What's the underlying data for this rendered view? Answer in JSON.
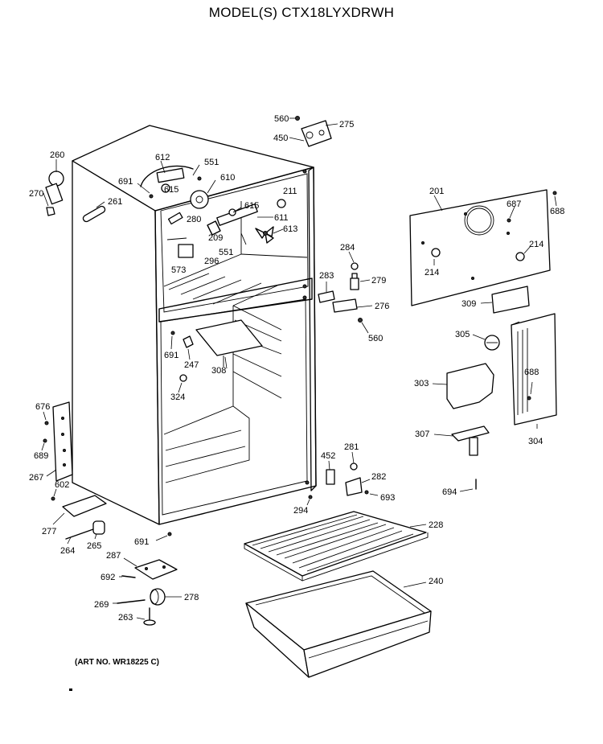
{
  "title": "MODEL(S) CTX18LYXDRWH",
  "art_number": "(ART NO. WR18225 C)",
  "parts": [
    {
      "id": "fastener-560-top",
      "num": "560"
    },
    {
      "id": "hinge-275",
      "num": "275"
    },
    {
      "id": "hinge-450",
      "num": "450"
    },
    {
      "id": "valve-260",
      "num": "260"
    },
    {
      "id": "cap-270",
      "num": "270"
    },
    {
      "id": "plug-261",
      "num": "261"
    },
    {
      "id": "tube-612",
      "num": "612"
    },
    {
      "id": "screw-551a",
      "num": "551"
    },
    {
      "id": "screw-691a",
      "num": "691"
    },
    {
      "id": "clip-615a",
      "num": "615"
    },
    {
      "id": "motor-610",
      "num": "610"
    },
    {
      "id": "clip-615b",
      "num": "615"
    },
    {
      "id": "light-211",
      "num": "211"
    },
    {
      "id": "bracket-611",
      "num": "611"
    },
    {
      "id": "clip-280",
      "num": "280"
    },
    {
      "id": "part-209",
      "num": "209"
    },
    {
      "id": "fan-613",
      "num": "613"
    },
    {
      "id": "screw-551b",
      "num": "551"
    },
    {
      "id": "part-573",
      "num": "573"
    },
    {
      "id": "part-296",
      "num": "296"
    },
    {
      "id": "panel-201",
      "num": "201"
    },
    {
      "id": "screw-687",
      "num": "687"
    },
    {
      "id": "screw-688a",
      "num": "688"
    },
    {
      "id": "knob-214a",
      "num": "214"
    },
    {
      "id": "knob-214b",
      "num": "214"
    },
    {
      "id": "washer-284",
      "num": "284"
    },
    {
      "id": "bracket-283",
      "num": "283"
    },
    {
      "id": "socket-279",
      "num": "279"
    },
    {
      "id": "bracket-276",
      "num": "276"
    },
    {
      "id": "screw-560b",
      "num": "560"
    },
    {
      "id": "label-309",
      "num": "309"
    },
    {
      "id": "knob-305",
      "num": "305"
    },
    {
      "id": "screw-691b",
      "num": "691"
    },
    {
      "id": "part-247",
      "num": "247"
    },
    {
      "id": "shelf-308",
      "num": "308"
    },
    {
      "id": "bumper-324",
      "num": "324"
    },
    {
      "id": "housing-303",
      "num": "303"
    },
    {
      "id": "screw-688b",
      "num": "688"
    },
    {
      "id": "cover-304",
      "num": "304"
    },
    {
      "id": "clip-307",
      "num": "307"
    },
    {
      "id": "screw-676",
      "num": "676"
    },
    {
      "id": "screw-689",
      "num": "689"
    },
    {
      "id": "strip-267",
      "num": "267"
    },
    {
      "id": "screw-602",
      "num": "602"
    },
    {
      "id": "bracket-452",
      "num": "452"
    },
    {
      "id": "washer-281",
      "num": "281"
    },
    {
      "id": "bracket-282",
      "num": "282"
    },
    {
      "id": "screw-693",
      "num": "693"
    },
    {
      "id": "screw-694",
      "num": "694"
    },
    {
      "id": "screw-294",
      "num": "294"
    },
    {
      "id": "bracket-277",
      "num": "277"
    },
    {
      "id": "screw-691c",
      "num": "691"
    },
    {
      "id": "shelf-228",
      "num": "228"
    },
    {
      "id": "axle-264",
      "num": "264"
    },
    {
      "id": "roller-265",
      "num": "265"
    },
    {
      "id": "plate-287",
      "num": "287"
    },
    {
      "id": "screw-692",
      "num": "692"
    },
    {
      "id": "drawer-240",
      "num": "240"
    },
    {
      "id": "pin-269",
      "num": "269"
    },
    {
      "id": "wheel-278",
      "num": "278"
    },
    {
      "id": "leveler-263",
      "num": "263"
    }
  ]
}
